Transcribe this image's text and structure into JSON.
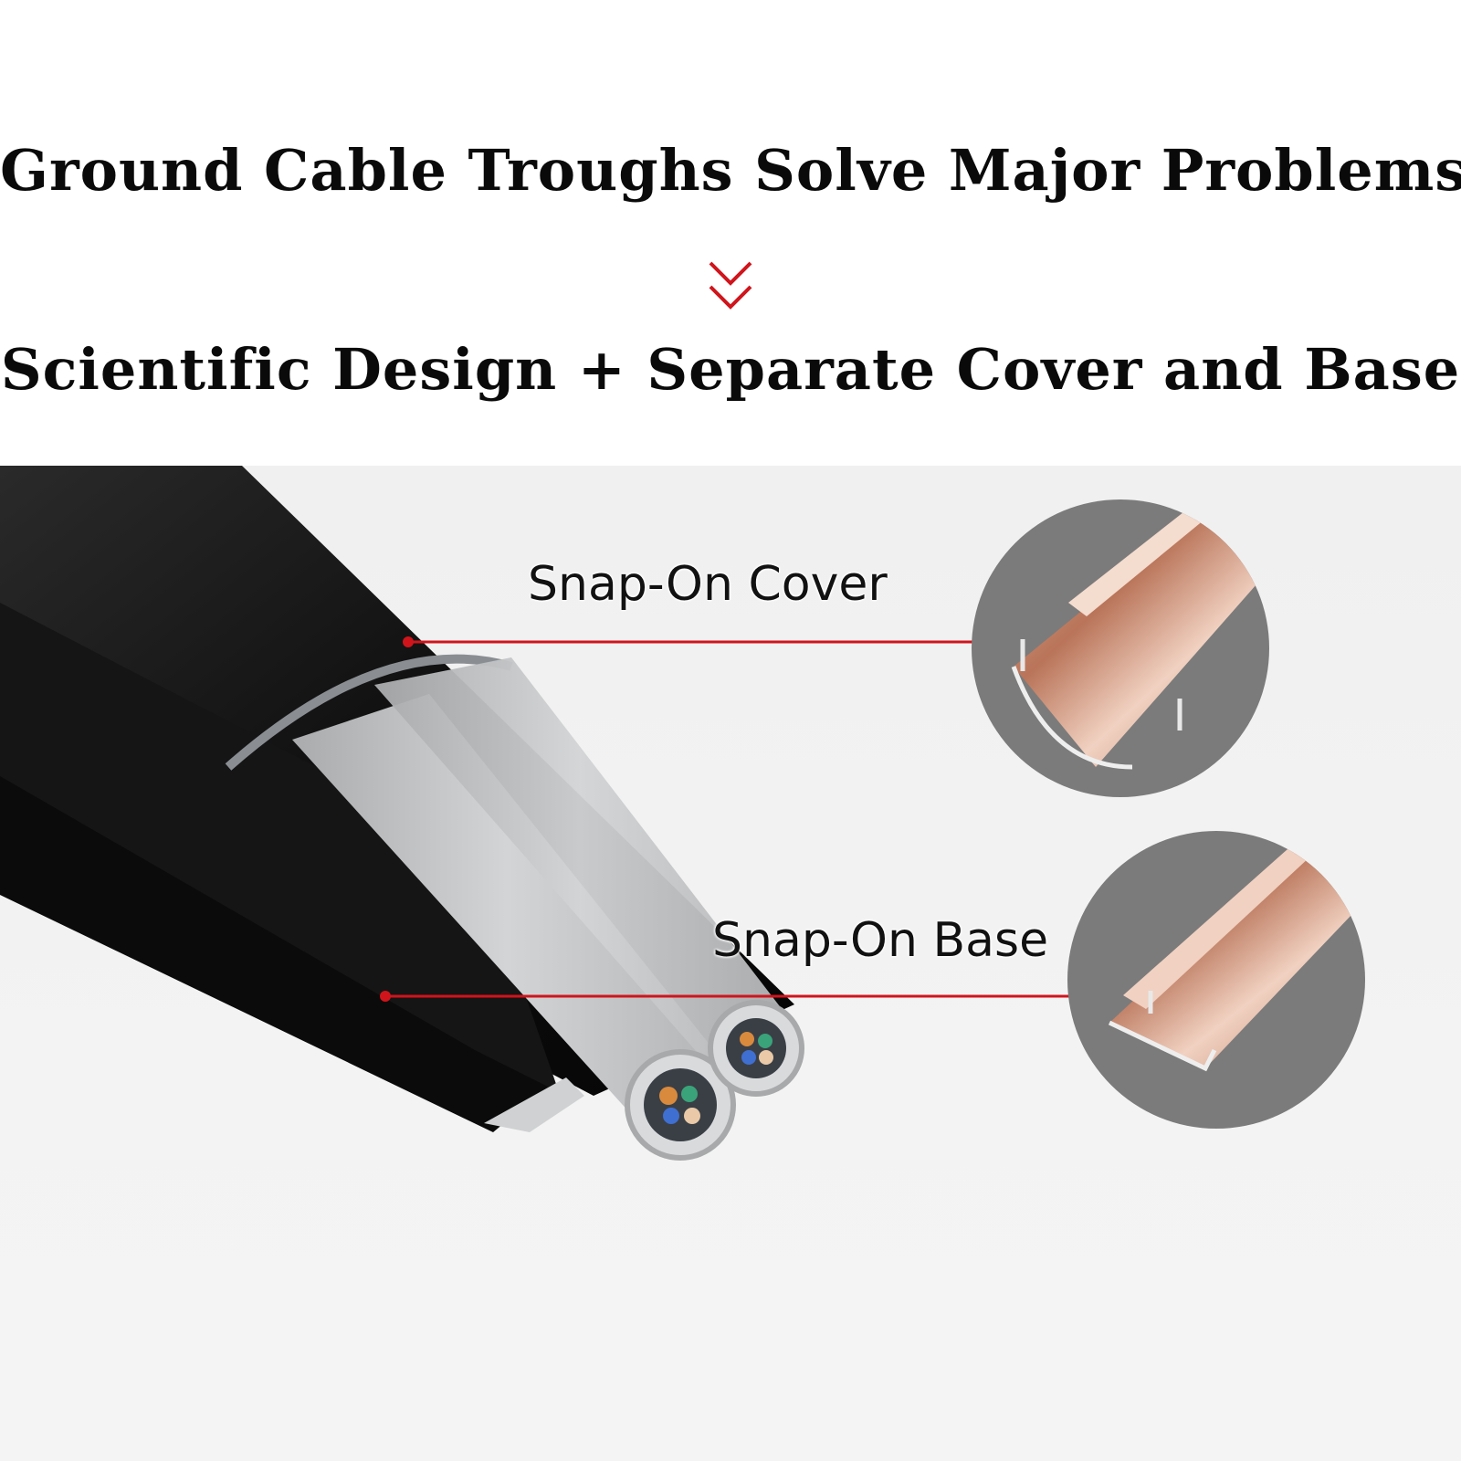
{
  "header": {
    "title": "Ground Cable Troughs Solve Major Problems",
    "subtitle": "Scientific Design + Separate Cover and Base"
  },
  "icons": {
    "divider": "double-chevron-down-icon"
  },
  "callouts": {
    "cover_label": "Snap-On Cover",
    "base_label": "Snap-On Base"
  },
  "colors": {
    "accent": "#d0141b",
    "text": "#0a0a0a",
    "trough": "#111111",
    "cable": "#c9cbcd",
    "copper": "#c98f76",
    "inset_bg": "#7b7b7b"
  }
}
